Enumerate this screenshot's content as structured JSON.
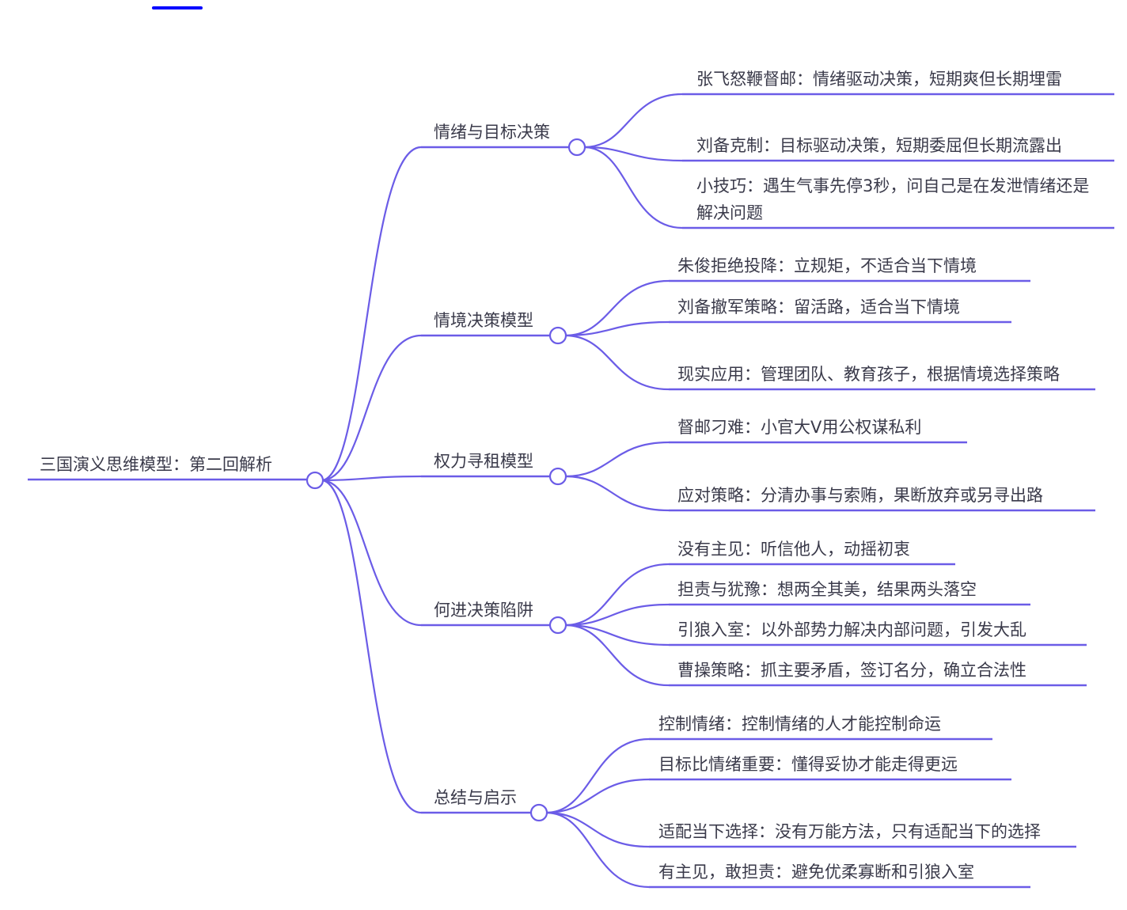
{
  "colors": {
    "line": "#6b5ce7",
    "text": "#3a3a4a",
    "top_bar": "#0000ff"
  },
  "root": {
    "label": "三国演义思维模型：第二回解析"
  },
  "branches": [
    {
      "label": "情绪与目标决策",
      "children": [
        "张飞怒鞭督邮：情绪驱动决策，短期爽但长期埋雷",
        "刘备克制：目标驱动决策，短期委屈但长期流露出",
        "小技巧：遇生气事先停3秒，问自己是在发泄情绪还是解决问题"
      ]
    },
    {
      "label": "情境决策模型",
      "children": [
        "朱俊拒绝投降：立规矩，不适合当下情境",
        "刘备撤军策略：留活路，适合当下情境",
        "现实应用：管理团队、教育孩子，根据情境选择策略"
      ]
    },
    {
      "label": "权力寻租模型",
      "children": [
        "督邮刁难：小官大V用公权谋私利",
        "应对策略：分清办事与索贿，果断放弃或另寻出路"
      ]
    },
    {
      "label": "何进决策陷阱",
      "children": [
        "没有主见：听信他人，动摇初衷",
        "担责与犹豫：想两全其美，结果两头落空",
        "引狼入室：以外部势力解决内部问题，引发大乱",
        "曹操策略：抓主要矛盾，签订名分，确立合法性"
      ]
    },
    {
      "label": "总结与启示",
      "children": [
        "控制情绪：控制情绪的人才能控制命运",
        "目标比情绪重要：懂得妥协才能走得更远",
        "适配当下选择：没有万能方法，只有适配当下的选择",
        "有主见，敢担责：避免优柔寡断和引狼入室"
      ]
    }
  ]
}
